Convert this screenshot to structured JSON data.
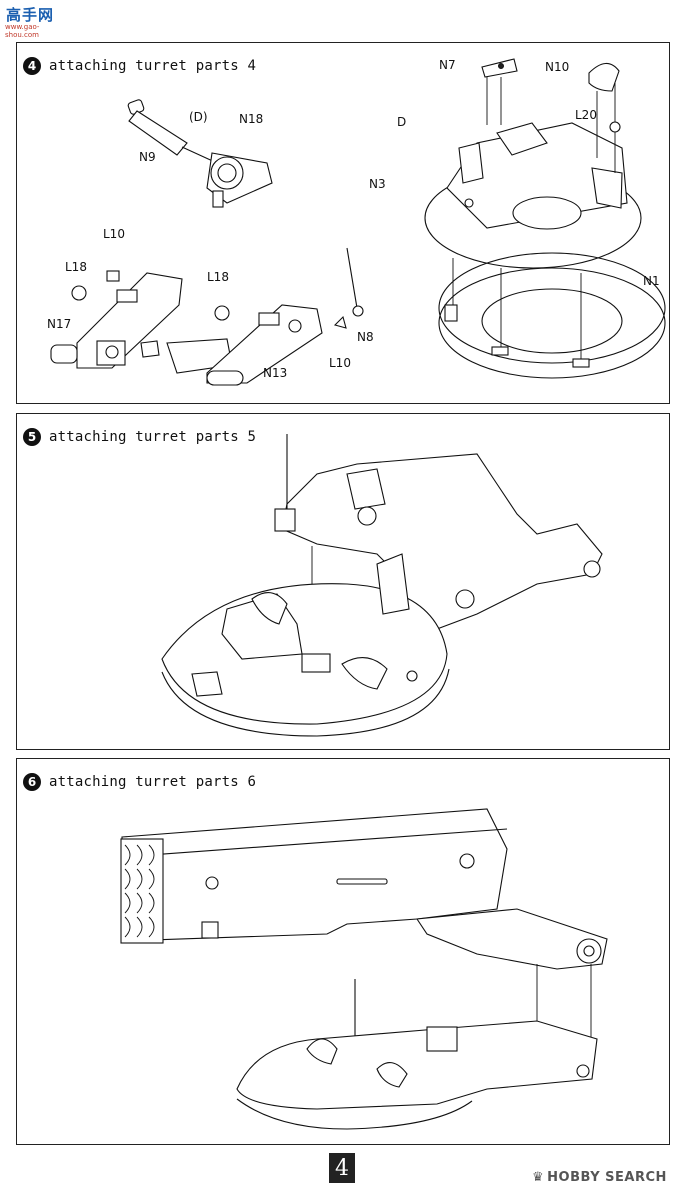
{
  "header": {
    "brand": "高手网",
    "url": "www.gao-shou.com"
  },
  "steps": [
    {
      "number": "4",
      "title": "attaching turret parts 4",
      "labels": {
        "N7": "N7",
        "N10": "N10",
        "D_upper": "(D)",
        "N18": "N18",
        "N9": "N9",
        "D": "D",
        "L20": "L20",
        "N3": "N3",
        "L10_a": "L10",
        "L18_a": "L18",
        "L18_b": "L18",
        "N17": "N17",
        "N1": "N1",
        "N8": "N8",
        "L10_b": "L10",
        "N13": "N13"
      }
    },
    {
      "number": "5",
      "title": "attaching turret parts 5"
    },
    {
      "number": "6",
      "title": "attaching turret parts 6"
    }
  ],
  "footer": {
    "page_number": "4",
    "watermark": "HOBBY SEARCH"
  }
}
